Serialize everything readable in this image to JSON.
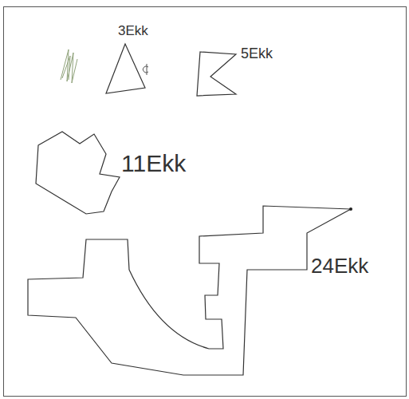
{
  "diagram": {
    "labels": [
      "3Ekk",
      "5Ekk",
      "11Ekk",
      "24Ekk"
    ]
  }
}
